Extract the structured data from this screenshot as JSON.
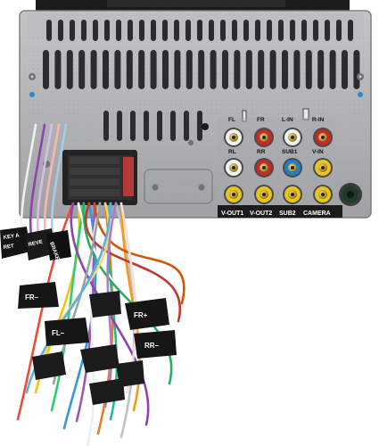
{
  "jacks": {
    "fl": "FL",
    "fr": "FR",
    "l_in": "L-IN",
    "r_in": "R-IN",
    "rl": "RL",
    "rr": "RR",
    "sub1": "SUB1",
    "v_in": "V-IN"
  },
  "bottom_labels": {
    "v_out1": "V-OUT1",
    "v_out2": "V-OUT2",
    "sub2": "SUB2",
    "camera": "CAMERA"
  },
  "wire_tags": {
    "key": "KEY A",
    "ret": "RET",
    "reve": "REVE",
    "brake": "BRAKE",
    "fr_plus": "FR+",
    "fr_minus": "FR–",
    "fl_minus": "FL–",
    "rr_minus": "RR–"
  },
  "colors": {
    "chassis": "#b4b6b7",
    "chassis_dark": "#8e9092",
    "slot": "#2a2c2e",
    "rca_red": "#c62828",
    "rca_yellow": "#e8c51a",
    "rca_white": "#f2f2f2",
    "rca_blue": "#1f7fc7"
  }
}
